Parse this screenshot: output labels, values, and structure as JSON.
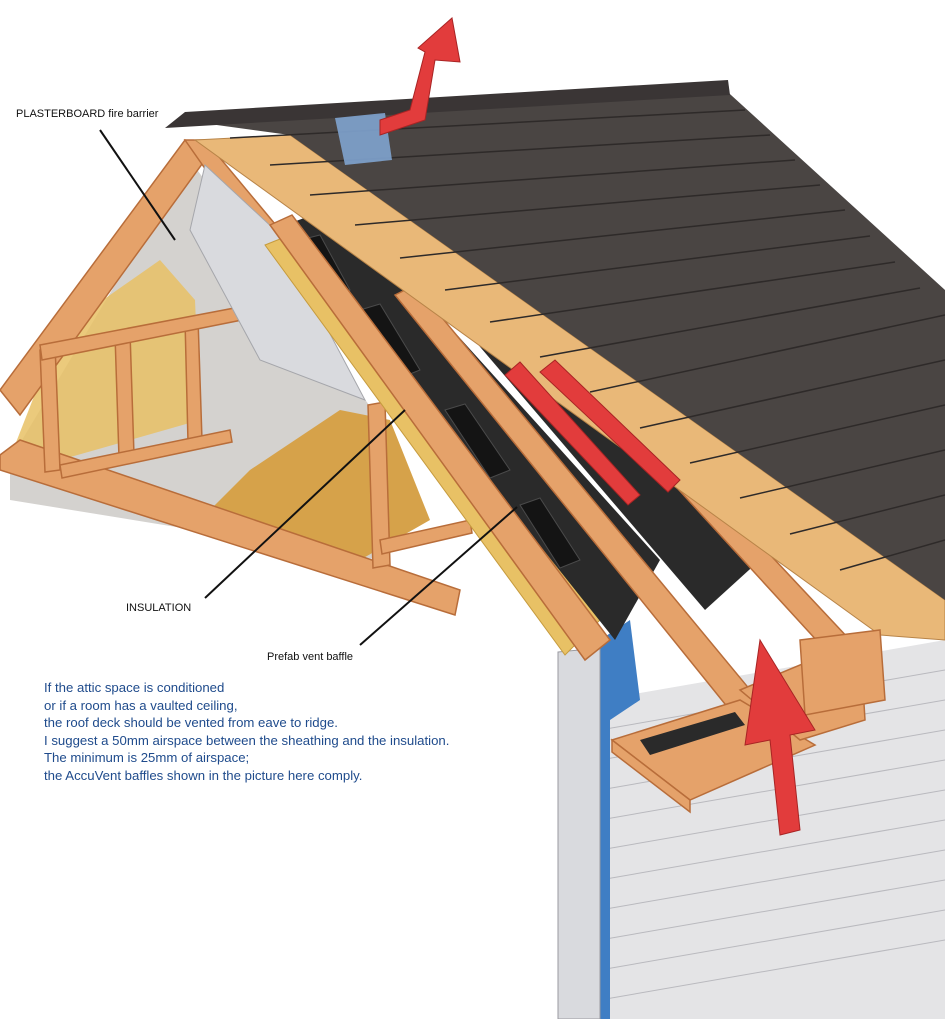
{
  "labels": {
    "plasterboard": "PLASTERBOARD fire barrier",
    "insulation": "INSULATION",
    "vent_baffle": "Prefab vent baffle"
  },
  "note": [
    "If the attic space is conditioned",
    "or if a room has a vaulted ceiling,",
    "the roof deck should be vented from eave to ridge.",
    "I suggest a 50mm airspace between the sheathing and the insulation.",
    "The minimum is 25mm of airspace;",
    "the AccuVent baffles shown in the picture here comply."
  ],
  "colors": {
    "shingle": "#4a4543",
    "shingle_dark": "#2e2a29",
    "plywood": "#e9b878",
    "lumber": "#e5a26a",
    "lumber_edge": "#b86d3a",
    "insulation": "#e8c165",
    "osb": "#d6a24a",
    "baffle": "#2a2a2a",
    "house_wrap": "#3f7ec4",
    "siding": "#e4e4e6",
    "airflow": "#e23c3c",
    "drywall": "#d9dade",
    "note_text": "#1f4b8c"
  }
}
